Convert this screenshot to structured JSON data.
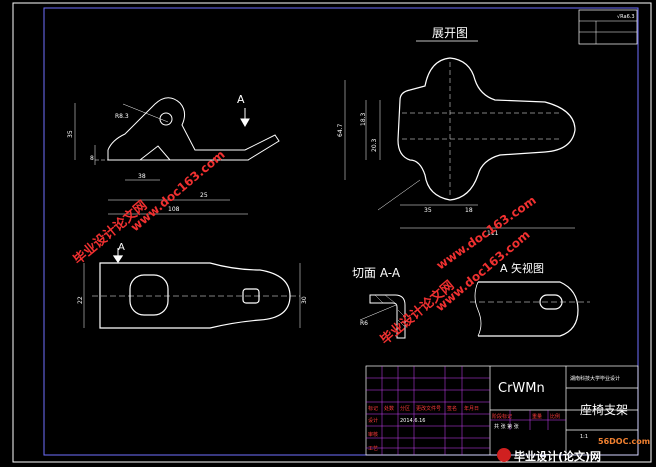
{
  "views": {
    "unfolded_title": "展开图",
    "section_title": "切面 A-A",
    "view_a_title": "A 矢视图",
    "section_arrow_label": "A",
    "bend_radius": "R6"
  },
  "dimensions": {
    "front_width": "108",
    "front_inner": "25",
    "front_left": "38",
    "front_height": "35",
    "front_small": "8",
    "front_radius": "R8.3",
    "unfold_height": "64.7",
    "unfold_inner": "18.3",
    "unfold_inner2": "20.3",
    "unfold_left": "35",
    "unfold_mid": "18",
    "unfold_total": "111",
    "top_height": "30",
    "top_depth": "22"
  },
  "title_block": {
    "material": "CrWMn",
    "school": "湖南科技大学毕业设计",
    "part_name": "座椅支架",
    "scale_label": "比例",
    "sheet_info": "共 张 第 张",
    "roughness": "√Ra6.3",
    "date": "2014.6.16",
    "rows": [
      "标记",
      "处数",
      "分区",
      "更改文件号",
      "签名",
      "年月日"
    ],
    "roles": [
      "设计",
      "审核",
      "工艺"
    ],
    "stage": "阶段标记",
    "weight": "重量",
    "scale_value": "1:1"
  },
  "watermarks": {
    "site_cn": "毕业设计论文网",
    "site_url": "www.doc163.com",
    "corner_cn": "毕业设计(论文)网",
    "corner_url": "56DOC.com"
  },
  "colors": {
    "background": "#000000",
    "line": "#ffffff",
    "border_blue": "#6f6fff",
    "table_magenta": "#d040ff",
    "watermark_red": "#f03030"
  }
}
